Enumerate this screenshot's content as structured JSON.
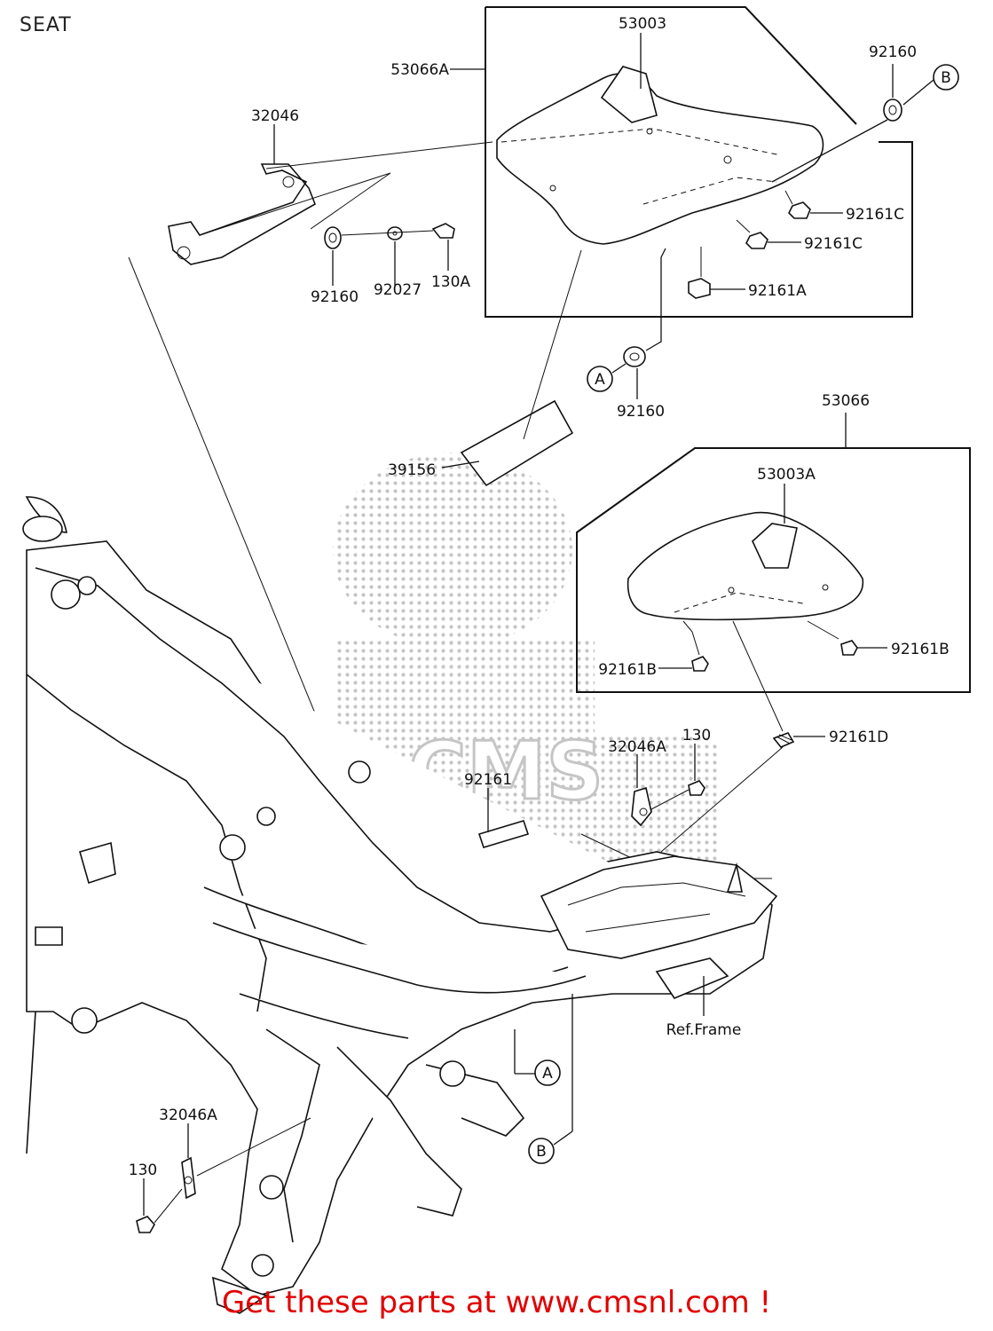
{
  "title": "SEAT",
  "parts": {
    "p53003": "53003",
    "p53066A": "53066A",
    "p92160_top": "92160",
    "p32046": "32046",
    "p92161C_a": "92161C",
    "p92161C_b": "92161C",
    "p92161A": "92161A",
    "p92160_left": "92160",
    "p92027": "92027",
    "p130A": "130A",
    "p92160_mid": "92160",
    "p53066": "53066",
    "p39156": "39156",
    "p53003A": "53003A",
    "p92161B_a": "92161B",
    "p92161B_b": "92161B",
    "p92161D": "92161D",
    "p32046A_top": "32046A",
    "p130_top": "130",
    "p92161": "92161",
    "ref_frame": "Ref.Frame",
    "p32046A_bottom": "32046A",
    "p130_bottom": "130"
  },
  "markers": {
    "a": "A",
    "b": "B"
  },
  "watermark": "CMS",
  "footer": "Get these parts at www.cmsnl.com !",
  "colors": {
    "footer": "#e10000",
    "lines": "#111111",
    "watermark": "#bbbbbb"
  }
}
